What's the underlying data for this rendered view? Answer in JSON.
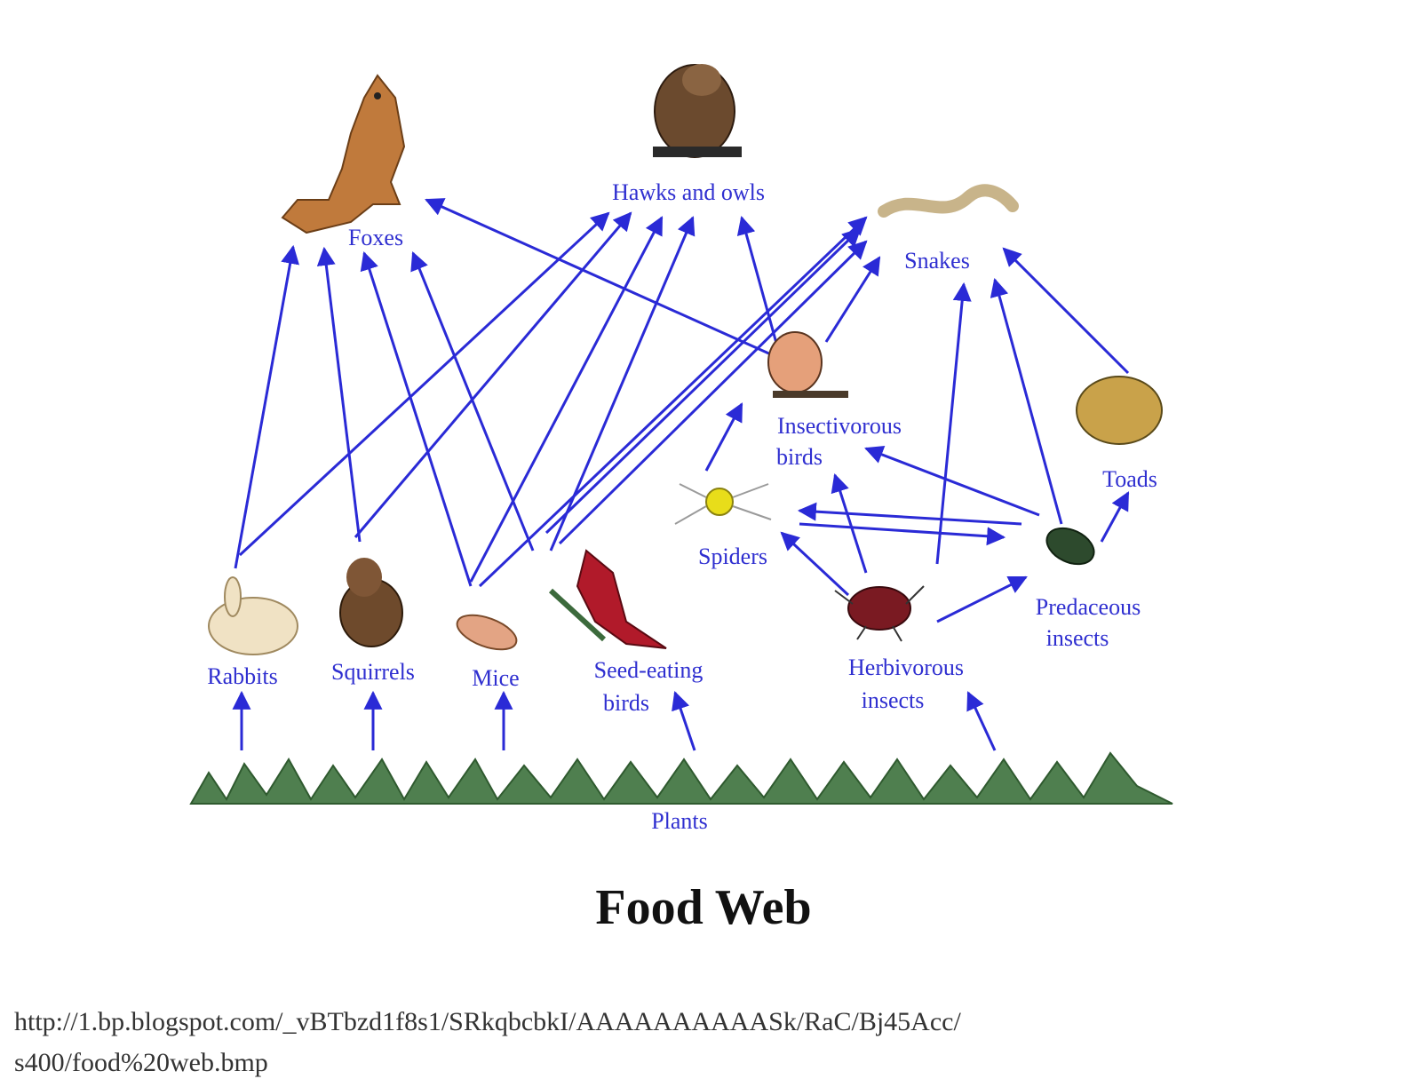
{
  "title": "Food Web",
  "source_url_lines": [
    "http://1.bp.blogspot.com/_vBTbzd1f8s1/SRkqbcbkI/AAAAAAAAAASk/RaC/Bj45Acc/",
    "s400/food%20web.bmp"
  ],
  "organisms": {
    "foxes": "Foxes",
    "hawks_owls": "Hawks and owls",
    "snakes": "Snakes",
    "insectivorous_birds_1": "Insectivorous",
    "insectivorous_birds_2": "birds",
    "toads": "Toads",
    "spiders": "Spiders",
    "predaceous_insects_1": "Predaceous",
    "predaceous_insects_2": "insects",
    "herbivorous_insects_1": "Herbivorous",
    "herbivorous_insects_2": "insects",
    "rabbits": "Rabbits",
    "squirrels": "Squirrels",
    "mice": "Mice",
    "seed_eating_birds_1": "Seed-eating",
    "seed_eating_birds_2": "birds",
    "plants": "Plants"
  },
  "colors": {
    "arrow": "#2a2ad6",
    "label": "#2f2fd0"
  },
  "icons": [
    "fox-icon",
    "owl-icon",
    "snake-icon",
    "insectivorous-bird-icon",
    "toad-icon",
    "spider-icon",
    "predaceous-insect-icon",
    "herbivorous-insect-icon",
    "rabbit-icon",
    "squirrel-icon",
    "mouse-icon",
    "cardinal-icon",
    "grass-icon"
  ]
}
